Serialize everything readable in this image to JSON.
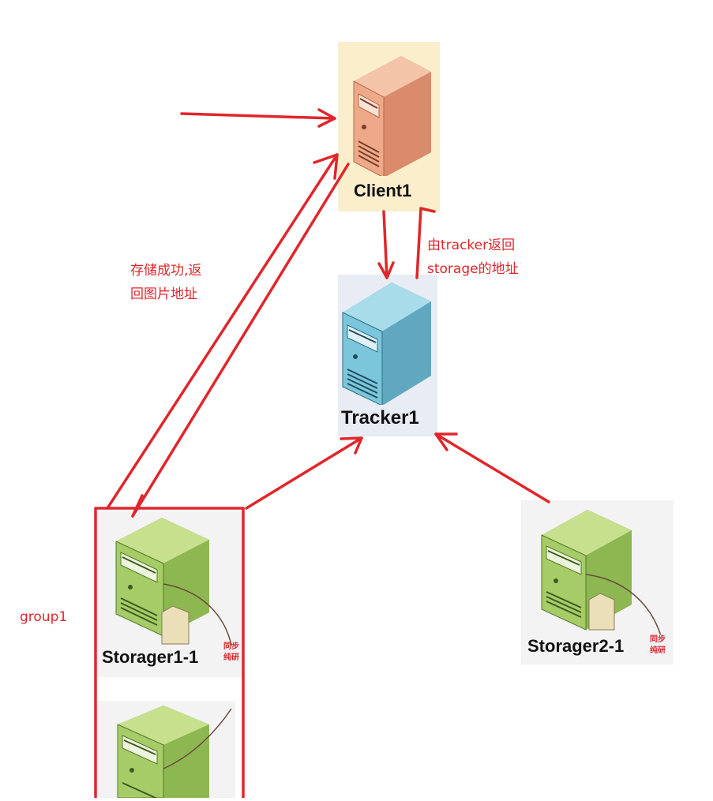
{
  "nodes": {
    "client": {
      "label": "Client1",
      "icon": "server-icon",
      "color": "#e8a07c",
      "bg": "#fbeecb"
    },
    "tracker": {
      "label": "Tracker1",
      "icon": "server-icon",
      "color": "#6bbcd4",
      "bg": "#e8ecf4"
    },
    "storage1_1": {
      "label": "Storager1-1",
      "icon": "server-icon",
      "color": "#98c55a",
      "bg": "#f3f3f3"
    },
    "storage1_2": {
      "label": "",
      "icon": "server-icon",
      "color": "#98c55a",
      "bg": "#f3f3f3"
    },
    "storage2_1": {
      "label": "Storager2-1",
      "icon": "server-icon",
      "color": "#98c55a",
      "bg": "#f3f3f3"
    }
  },
  "annotations": {
    "tracker_return": [
      "由tracker返回",
      "storage的地址"
    ],
    "store_success": [
      "存储成功,返",
      "回图片地址"
    ],
    "group": "group1",
    "sync_snippet_1": [
      "同步",
      "纯研"
    ],
    "sync_snippet_2": [
      "同步",
      "纯研"
    ]
  },
  "colors": {
    "accent": "#e0262b"
  }
}
